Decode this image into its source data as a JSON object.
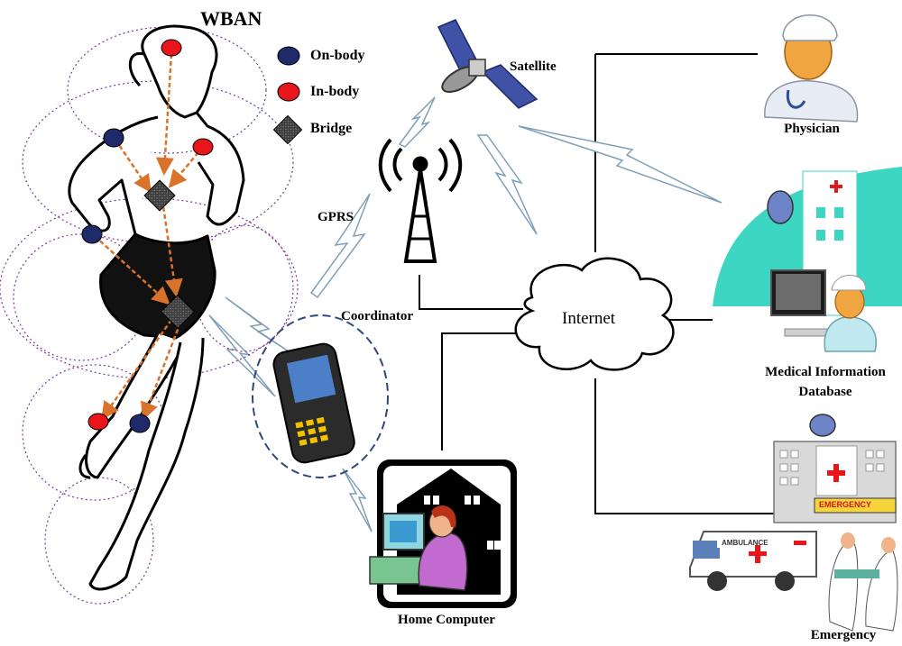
{
  "title": "WBAN",
  "legend": {
    "on_body": "On-body",
    "in_body": "In-body",
    "bridge": "Bridge"
  },
  "labels": {
    "satellite": "Satellite",
    "gprs": "GPRS",
    "coordinator": "Coordinator",
    "internet": "Internet",
    "physician": "Physician",
    "medical_db_line1": "Medical Information",
    "medical_db_line2": "Database",
    "home_computer": "Home Computer",
    "emergency": "Emergency",
    "ambulance_text": "AMBULANCE",
    "emergency_sign": "EMERGENCY"
  },
  "colors": {
    "on_body": "#1f2a6b",
    "in_body": "#e8161b",
    "bridge": "#2a2a2a",
    "link_arrow": "#d9722a",
    "wireless_link": "#8fb0c9",
    "hospital_teal": "#3cd6c2",
    "red_cross": "#e8161b",
    "cloud": "#ffffff"
  }
}
